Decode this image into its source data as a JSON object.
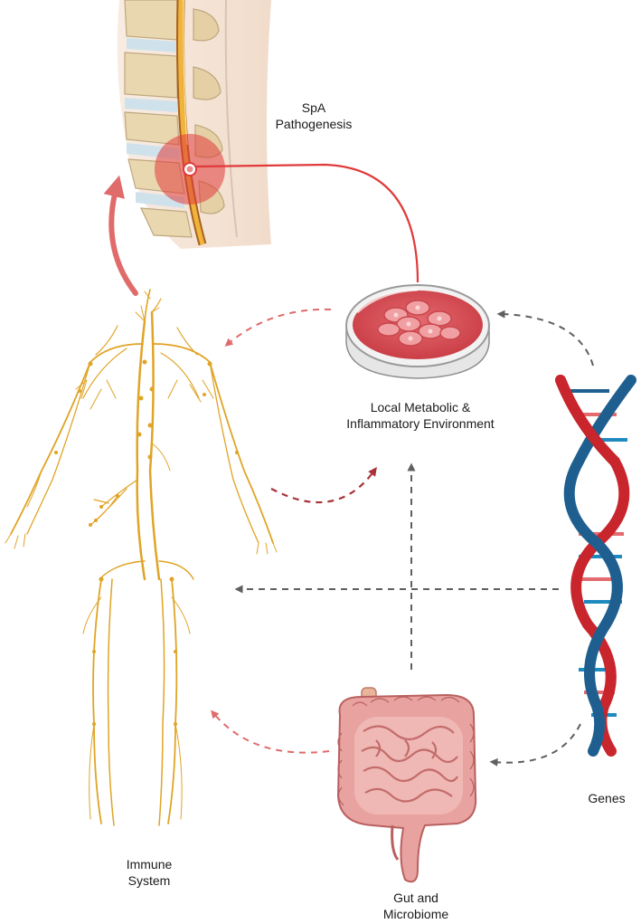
{
  "labels": {
    "spa": {
      "line1": "SpA",
      "line2": "Pathogenesis"
    },
    "environment": {
      "line1": "Local Metabolic &",
      "line2": "Inflammatory Environment"
    },
    "immune": {
      "line1": "Immune",
      "line2": "System"
    },
    "gut": {
      "line1": "Gut and",
      "line2": "Microbiome"
    },
    "genes": {
      "line1": "Genes"
    }
  },
  "colors": {
    "red_arrow": "#e06b6b",
    "dark_red_arrow": "#a8333a",
    "gray_arrow": "#5f5f5f",
    "nerve": "#e0a426",
    "dna_red": "#c8252c",
    "dna_blue": "#1f5f8f",
    "petri_fluid": "#d9434b",
    "gut_pink": "#e8a3a0",
    "highlight_red": "#e03a3a"
  },
  "icons": [
    "spine-illustration",
    "petri-dish-icon",
    "immune-system-figure",
    "dna-helix-icon",
    "intestine-icon"
  ]
}
